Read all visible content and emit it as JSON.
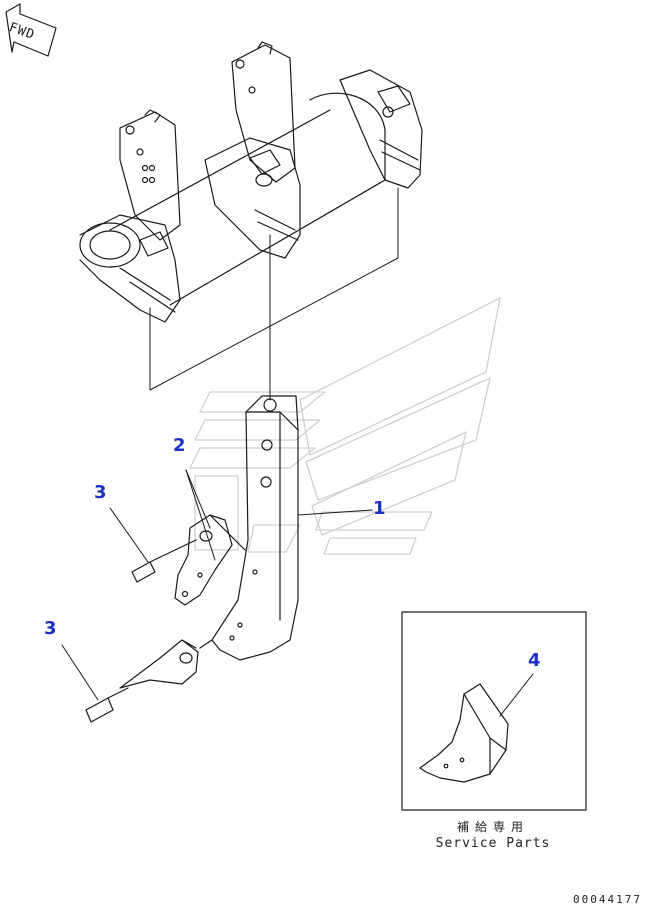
{
  "orientation": {
    "label": "FWD"
  },
  "callouts": [
    {
      "id": "1",
      "label": "1"
    },
    {
      "id": "2",
      "label": "2"
    },
    {
      "id": "3a",
      "label": "3"
    },
    {
      "id": "3b",
      "label": "3"
    },
    {
      "id": "4",
      "label": "4"
    }
  ],
  "service_parts": {
    "label_jp": "補給専用",
    "label_en": "Service Parts"
  },
  "drawing_number": "00044177",
  "colors": {
    "line": "#1a1a1a",
    "callout": "#1c2fc4",
    "watermark": "#cfcfcf"
  }
}
